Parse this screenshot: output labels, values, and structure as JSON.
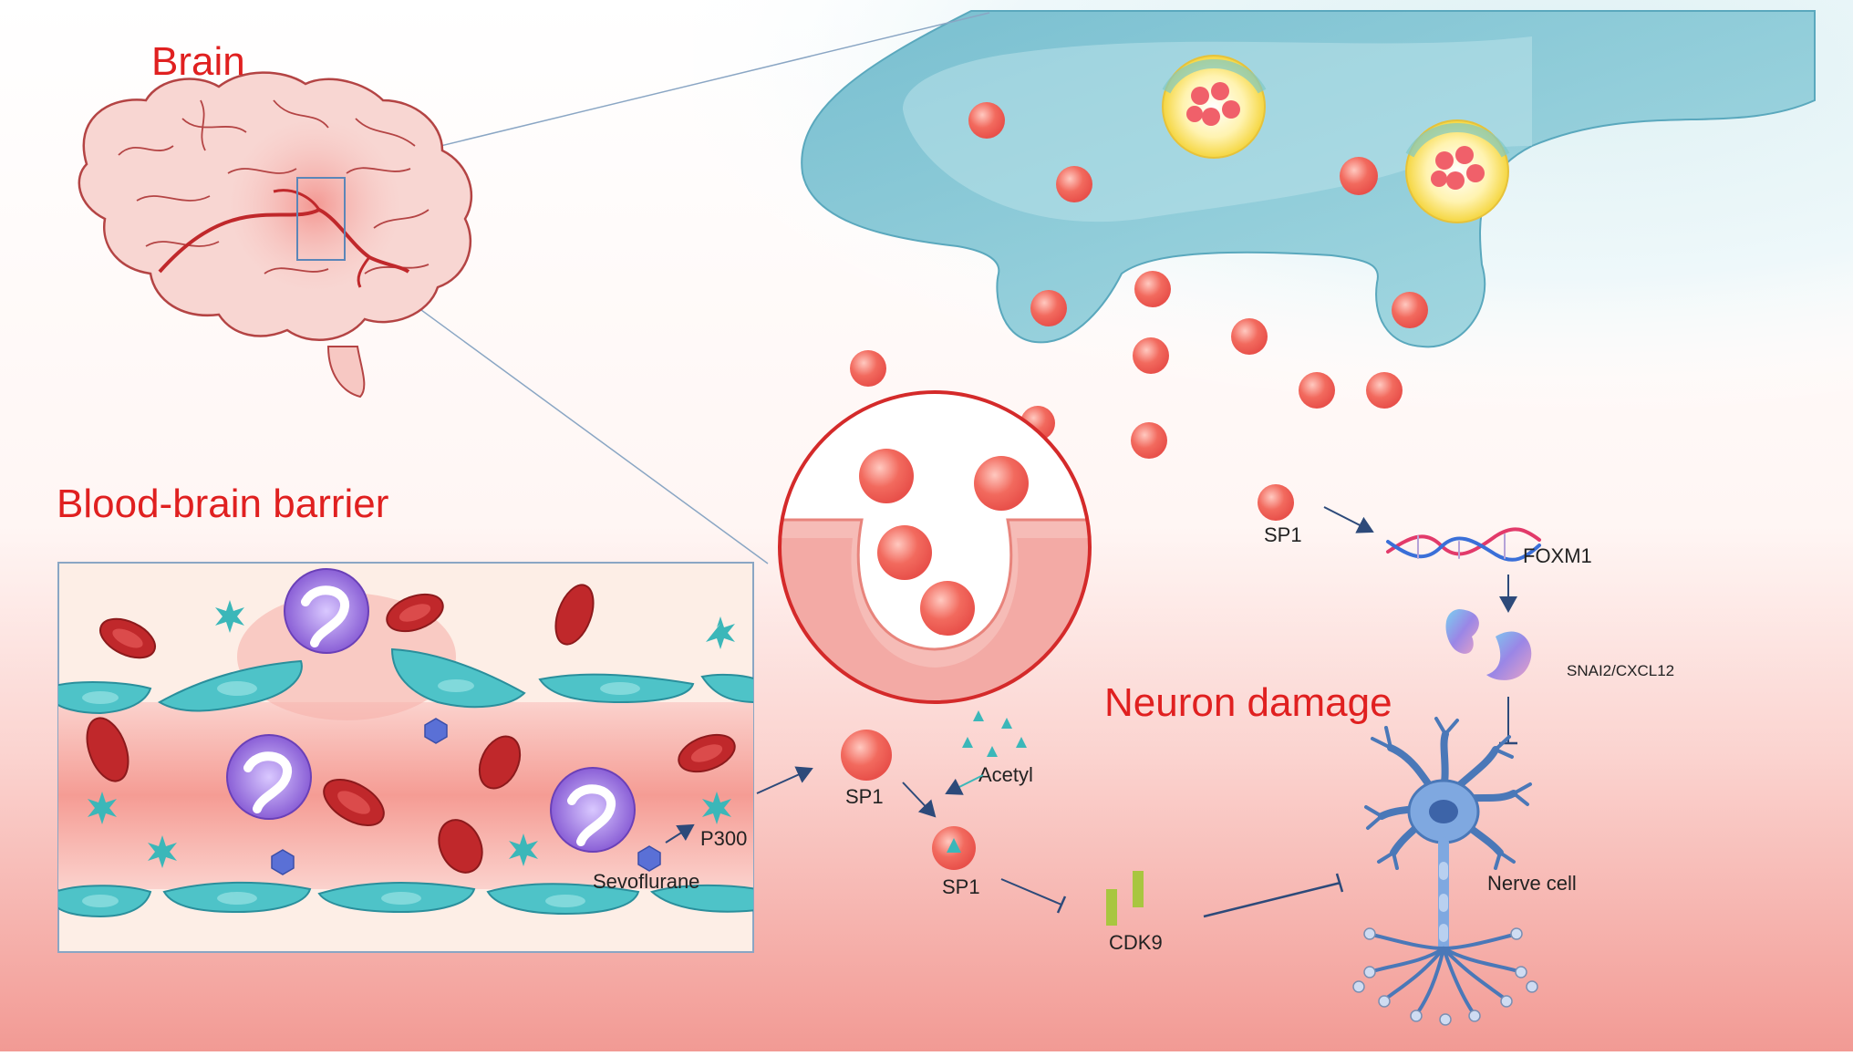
{
  "titles": {
    "brain": "Brain",
    "bbb": "Blood-brain barrier",
    "neuron_damage": "Neuron damage"
  },
  "labels": {
    "sp1_top": "SP1",
    "foxm1": "FOXM1",
    "snai2": "SNAI2/CXCL12",
    "sp1_left": "SP1",
    "acetyl": "Acetyl",
    "sp1_acetylated": "SP1",
    "cdk9": "CDK9",
    "nerve_cell": "Nerve cell",
    "p300": "P300",
    "sevoflurane": "Sevoflurane"
  },
  "colors": {
    "title_red": "#e02020",
    "sp1_coral": "#f26a5e",
    "synapse_blue": "#8ccbd6",
    "endothelial_teal": "#4ec3c8",
    "rbc_red": "#c0282b",
    "leukocyte_purple": "#8a5fd6",
    "neuron_blue": "#5f8fcf",
    "cdk9_green": "#a8c640",
    "arrow_navy": "#2d4a7a"
  },
  "icons": {
    "brain": "brain-illustration",
    "synapse": "presynaptic-terminal",
    "vesicle": "synaptic-vesicle",
    "dna": "dna-helix-icon",
    "protein": "protein-icon",
    "neuron": "nerve-cell-illustration",
    "p300": "p300-star-icon",
    "sevoflurane": "sevoflurane-hexagon-icon"
  }
}
